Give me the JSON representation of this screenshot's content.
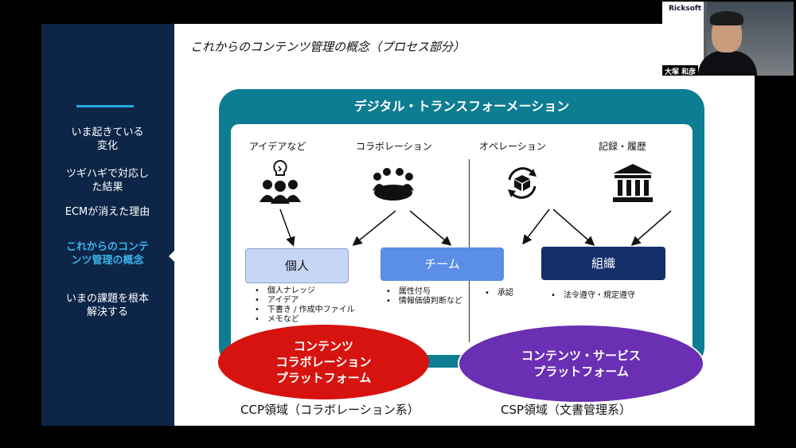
{
  "slide": {
    "title": "これからのコンテンツ管理の概念（プロセス部分）"
  },
  "sidebar": {
    "items": [
      {
        "label": "いま起きている\n変化"
      },
      {
        "label": "ツギハギで対応し\nた結果"
      },
      {
        "label": "ECMが消えた理由"
      },
      {
        "label": "これからのコンテ\nンツ管理の概念"
      },
      {
        "label": "いまの課題を根本\n解決する"
      }
    ],
    "active_index": 3
  },
  "diagram": {
    "dx_title": "デジタル・トランスフォーメーション",
    "labels": {
      "ideas": "アイデアなど",
      "collab": "コラボレーション",
      "operation": "オペレーション",
      "records": "記録・履歴"
    },
    "icons": {
      "ideas": "lightbulb-group-icon",
      "collab": "meeting-table-icon",
      "operation": "cycle-box-icon",
      "records": "institution-building-icon"
    },
    "boxes": {
      "individual": "個人",
      "team": "チーム",
      "org": "組織"
    },
    "bullets": {
      "individual": [
        "個人ナレッジ",
        "アイデア",
        "下書き / 作成中ファイル",
        "メモなど"
      ],
      "team": [
        "属性付与",
        "情報価値判断など"
      ],
      "approval": [
        "承認"
      ],
      "org": [
        "法令遵守・規定遵守"
      ]
    },
    "ellipses": {
      "ccp": [
        "コンテンツ",
        "コラボレーション",
        "プラットフォーム"
      ],
      "csp": [
        "コンテンツ・サービス",
        "プラットフォーム"
      ]
    },
    "domains": {
      "ccp": "CCP領域（コラボレーション系）",
      "csp": "CSP領域（文書管理系）"
    }
  },
  "video": {
    "logo": "Ricksoft",
    "name": "大塚 和彦"
  },
  "colors": {
    "sidebar": "#0d2648",
    "dx_teal": "#0e7d92",
    "box_individual": "#c8d6f5",
    "box_team": "#5b8ee6",
    "box_org": "#14306b",
    "ccp_red": "#d7130f",
    "csp_purple": "#6a2fb2"
  }
}
